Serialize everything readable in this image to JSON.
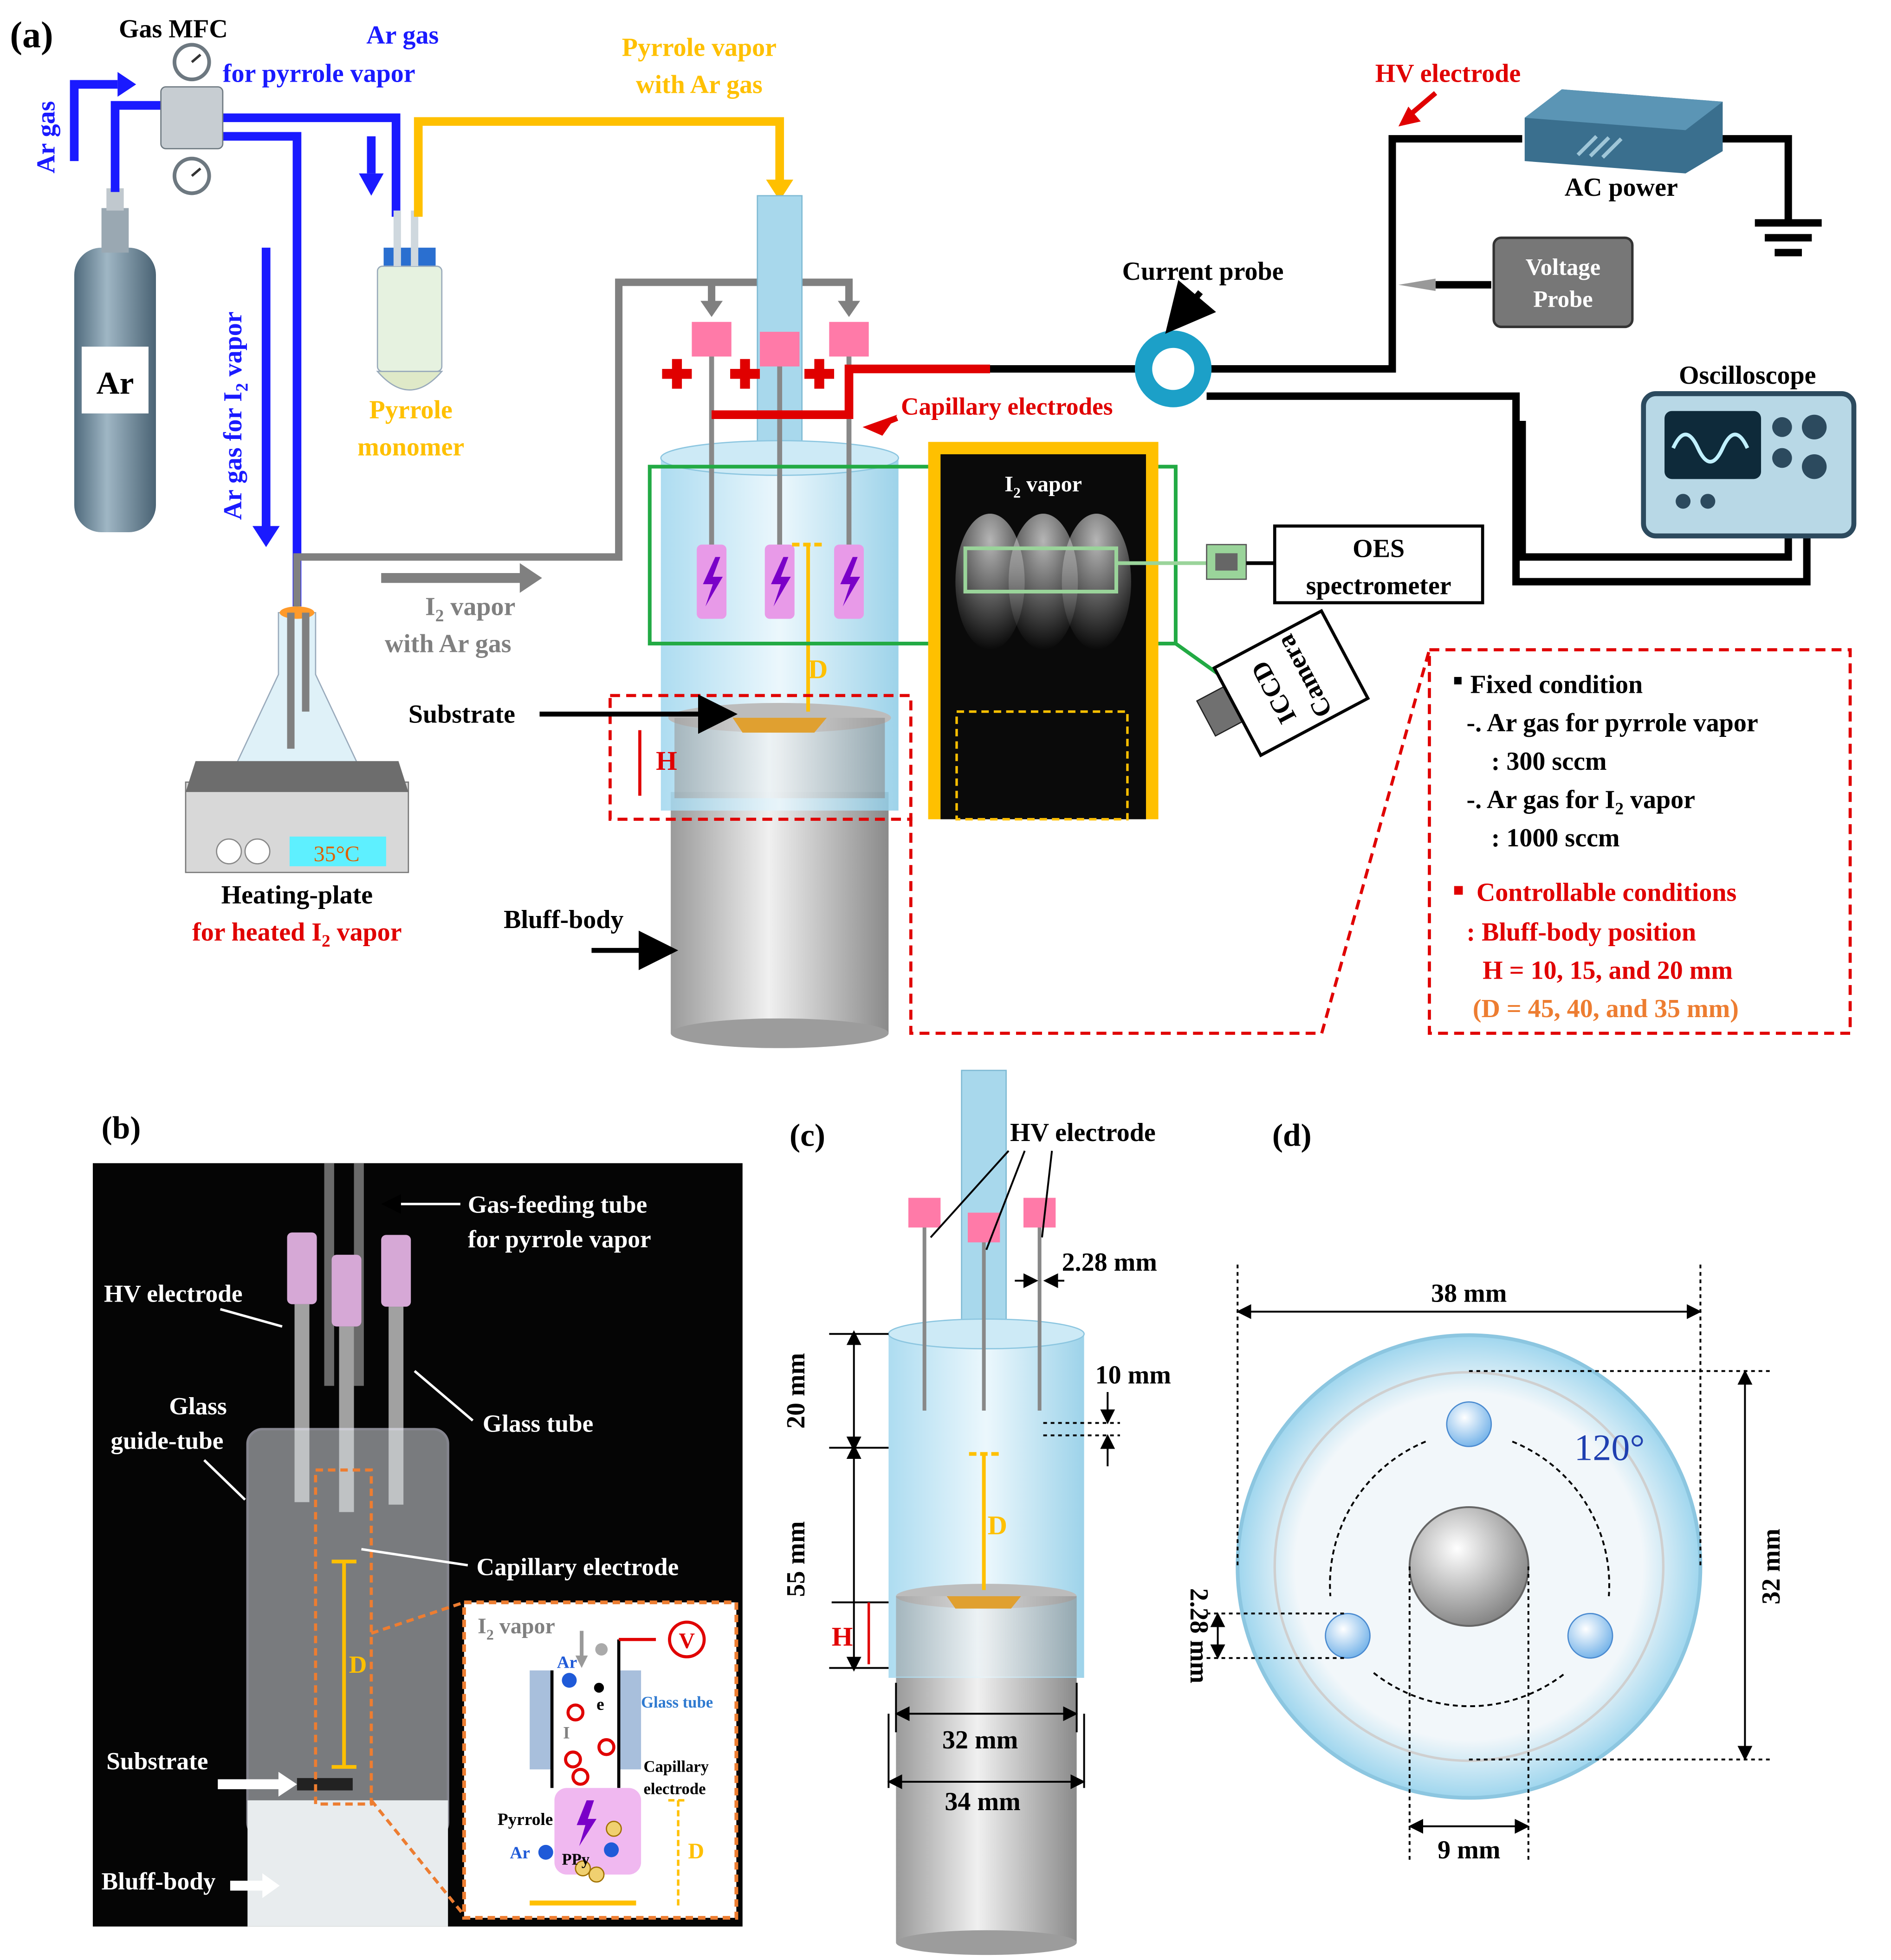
{
  "panel_a": {
    "panel_label": "(a)",
    "gas_mfc": "Gas MFC",
    "ar_gas_left": "Ar gas",
    "ar_gas_pyrrole_1": "Ar gas",
    "ar_gas_pyrrole_2": "for pyrrole vapor",
    "pyrrole_vapor_1": "Pyrrole vapor",
    "pyrrole_vapor_2": "with Ar gas",
    "ar_cylinder": "Ar",
    "ar_gas_i2": "Ar gas for I",
    "ar_gas_i2_sub": "2",
    "ar_gas_i2_tail": " vapor",
    "pyrrole_monomer_1": "Pyrrole",
    "pyrrole_monomer_2": "monomer",
    "i2_vapor_arrow": "I",
    "i2_vapor_arrow_sub": "2",
    "i2_vapor_arrow_tail": " vapor",
    "i2_with_ar": "with Ar gas",
    "temp_display": "35°C",
    "heating_plate_1": "Heating-plate",
    "heating_plate_2": "for heated I",
    "heating_plate_2_sub": "2",
    "heating_plate_2_tail": " vapor",
    "substrate": "Substrate",
    "h_label": "H",
    "d_label": "D",
    "bluff_body": "Bluff-body",
    "capillary_electrodes": "Capillary electrodes",
    "hv_electrode": "HV electrode",
    "ac_power": "AC power",
    "current_probe": "Current probe",
    "voltage_probe_1": "Voltage",
    "voltage_probe_2": "Probe",
    "oscilloscope": "Oscilloscope",
    "i2_vapor_photo": "I",
    "i2_vapor_photo_sub": "2",
    "i2_vapor_photo_tail": " vapor",
    "oes_1": "OES",
    "oes_2": "spectrometer",
    "iccd_1": "ICCD",
    "iccd_2": "Camera",
    "fixed_condition": "Fixed condition",
    "fixed_1": "-. Ar gas for pyrrole vapor",
    "fixed_1_val": ": 300 sccm",
    "fixed_2": "-. Ar gas for I",
    "fixed_2_sub": "2",
    "fixed_2_tail": " vapor",
    "fixed_2_val": ": 1000 sccm",
    "controllable": "Controllable conditions",
    "ctrl_1": ": Bluff-body position",
    "ctrl_2": "H =  10, 15, and 20 mm",
    "ctrl_3": "(D =  45, 40, and 35 mm)"
  },
  "panel_b": {
    "panel_label": "(b)",
    "gas_feed_1": "Gas-feeding tube",
    "gas_feed_2": "for pyrrole vapor",
    "hv_electrode": "HV electrode",
    "glass_tube": "Glass tube",
    "glass_guide_1": "Glass",
    "glass_guide_2": "guide-tube",
    "capillary_electrode": "Capillary electrode",
    "d_label": "D",
    "substrate": "Substrate",
    "bluff_body": "Bluff-body",
    "inset": {
      "i2_vapor": "I",
      "i2_vapor_sub": "2",
      "i2_vapor_tail": " vapor",
      "v": "V",
      "ar_top": "Ar",
      "e_minus": "e",
      "i2_minus": "I",
      "glass_tube": "Glass tube",
      "capillary_1": "Capillary",
      "capillary_2": "electrode",
      "pyrrole": "Pyrrole",
      "ar_bottom": "Ar",
      "ppy": "PPy",
      "d": "D"
    }
  },
  "panel_c": {
    "panel_label": "(c)",
    "hv_electrode": "HV electrode",
    "dim_228": "2.28 mm",
    "dim_20": "20 mm",
    "dim_10": "10 mm",
    "dim_55": "55 mm",
    "d_label": "D",
    "h_label": "H",
    "dim_32": "32 mm",
    "dim_34": "34 mm"
  },
  "panel_d": {
    "panel_label": "(d)",
    "dim_38": "38 mm",
    "angle": "120°",
    "dim_32": "32 mm",
    "dim_228": "2.28 mm",
    "dim_9": "9 mm"
  },
  "colors": {
    "blue_line": "#1a1aff",
    "orange_line": "#ffc000",
    "gray_line": "#808080",
    "red": "#e00000",
    "dark_orange": "#ed7d31",
    "green_box": "#22aa44"
  }
}
